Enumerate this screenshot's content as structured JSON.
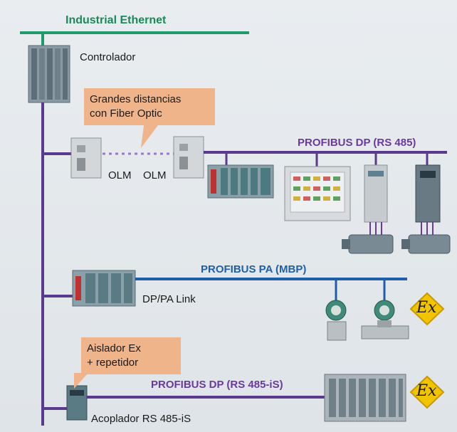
{
  "network": {
    "industrial_ethernet": "Industrial Ethernet",
    "controller": "Controlador",
    "callout_fiber": [
      "Grandes distancias",
      "con Fiber Optic"
    ],
    "olm_left": "OLM",
    "olm_right": "OLM",
    "profibus_dp": "PROFIBUS DP (RS 485)",
    "profibus_pa": "PROFIBUS PA (MBP)",
    "dp_pa_link": "DP/PA Link",
    "callout_ex": [
      "Aislador Ex",
      "+ repetidor"
    ],
    "profibus_dp_is": "PROFIBUS DP (RS 485-iS)",
    "coupler": "Acoplador RS 485-iS",
    "ex_symbol": "Ex"
  },
  "colors": {
    "ethernet": "#1f9a6a",
    "profibus_dp": "#5a3a8c",
    "profibus_pa": "#1f5fa8",
    "callout": "#f0b48a",
    "ex_badge": "#f2c400"
  }
}
